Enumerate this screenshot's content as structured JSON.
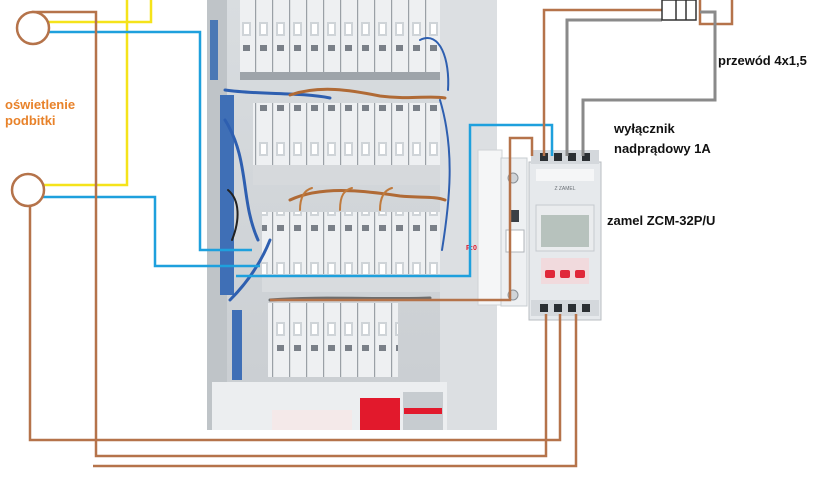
{
  "labels": {
    "lighting_line1": "oświetlenie",
    "lighting_line2": "podbitki",
    "cable": "przewód 4x1,5",
    "breaker_line1": "wyłącznik",
    "breaker_line2": "nadprądowy 1A",
    "timer": "zamel ZCM-32P/U",
    "timer_brand_tag": "Z ZAMEL",
    "panel_side_mark": "P:0"
  },
  "colors": {
    "orange_text": "#e8822a",
    "brown_wire": "#b5734a",
    "blue_wire": "#1ea0dd",
    "yellow_wire": "#f5e31a",
    "gray_wire": "#8a8a8a",
    "module_body": "#e6e9ec",
    "lcd": "#b7c2bd",
    "button_red": "#e0283a",
    "black_text": "#111111"
  },
  "icons": {
    "lamp": "circle-lamp-icon",
    "breaker": "din-breaker-icon",
    "timer": "digital-timer-icon"
  }
}
